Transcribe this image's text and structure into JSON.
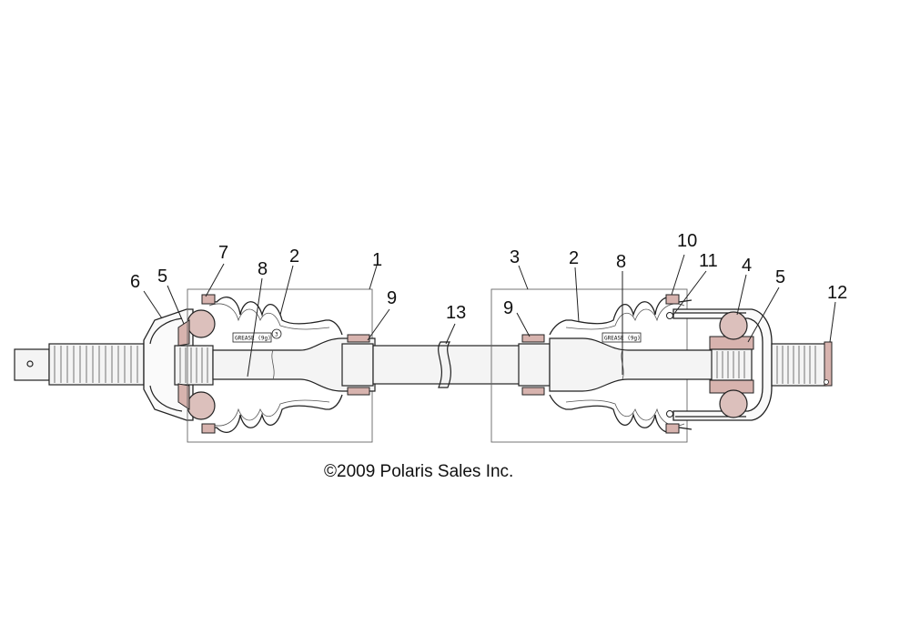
{
  "callouts": [
    {
      "id": "c6",
      "label": "6"
    },
    {
      "id": "c5a",
      "label": "5"
    },
    {
      "id": "c7",
      "label": "7"
    },
    {
      "id": "c8a",
      "label": "8"
    },
    {
      "id": "c2a",
      "label": "2"
    },
    {
      "id": "c1",
      "label": "1"
    },
    {
      "id": "c9a",
      "label": "9"
    },
    {
      "id": "c13",
      "label": "13"
    },
    {
      "id": "c9b",
      "label": "9"
    },
    {
      "id": "c3",
      "label": "3"
    },
    {
      "id": "c2b",
      "label": "2"
    },
    {
      "id": "c8b",
      "label": "8"
    },
    {
      "id": "c10",
      "label": "10"
    },
    {
      "id": "c11",
      "label": "11"
    },
    {
      "id": "c4",
      "label": "4"
    },
    {
      "id": "c5b",
      "label": "5"
    },
    {
      "id": "c12",
      "label": "12"
    }
  ],
  "grease_tags": [
    "GREASE (9g)",
    "GREASE (9g)"
  ],
  "small_marker": "3",
  "copyright": "©2009 Polaris Sales Inc.",
  "colors": {
    "line": "#222222",
    "boot_fill": "#d9b8b4",
    "background": "#ffffff"
  }
}
